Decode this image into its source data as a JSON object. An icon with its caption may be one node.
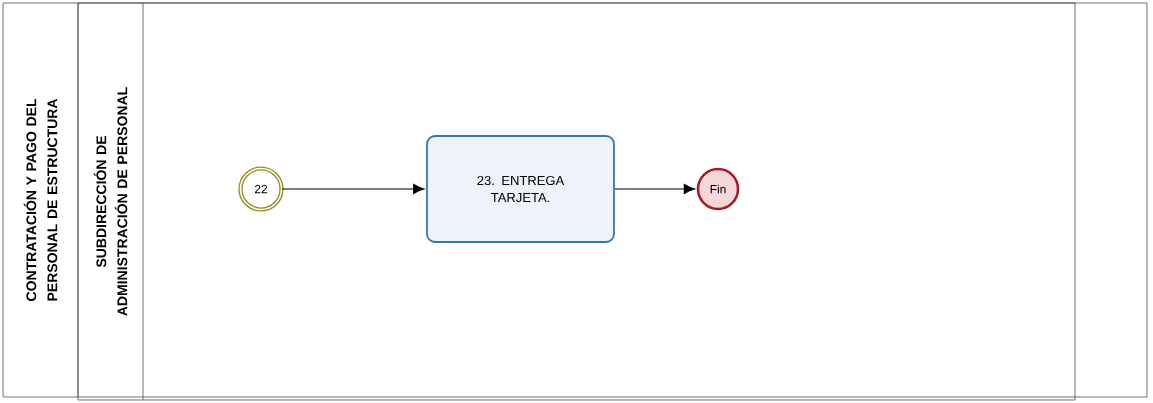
{
  "diagram": {
    "nodes": [
      {
        "text": [
          "CONTRATACIÓN Y PAGO DEL PERSONAL DE ESTRUCTURA"
        ]
      },
      {
        "text": [
          "SUBDIRECCIÓN DE ADMINISTRACIÓN DE PERSONAL"
        ],
        "in": 0
      },
      {
        "text": [
          "22"
        ],
        "in": 1
      },
      {
        "text": [
          "23. ENTREGA TARJETA."
        ],
        "in": 1
      },
      {
        "text": [
          "Fin"
        ],
        "in": 1
      }
    ],
    "edges": [
      {
        "from": 2,
        "to": 3,
        "arrow": "to"
      },
      {
        "from": 3,
        "to": 4,
        "arrow": "to"
      }
    ]
  }
}
